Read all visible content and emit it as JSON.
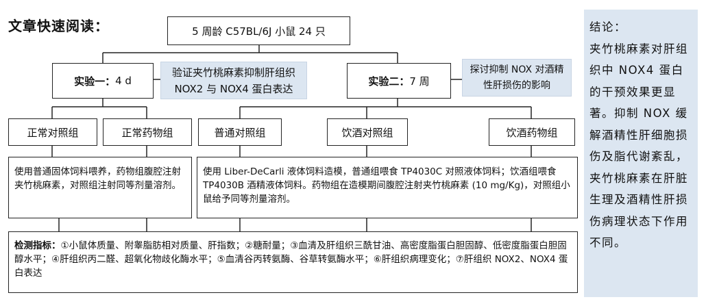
{
  "title": "文章快速阅读：",
  "top_box": "5 周龄 C57BL/6J 小鼠 24 只",
  "exp1": {
    "label": "实验一：",
    "duration": "4 d"
  },
  "exp2": {
    "label": "实验二：",
    "duration": "7 周"
  },
  "note1": "验证夹竹桃麻素抑制肝组织 NOX2 与 NOX4 蛋白表达",
  "note2": "探讨抑制 NOX 对酒精性肝损伤的影响",
  "groups": {
    "g1": "正常对照组",
    "g2": "正常药物组",
    "g3": "普通对照组",
    "g4": "饮酒对照组",
    "g5": "饮酒药物组"
  },
  "method1": "使用普通固体饲料喂养，药物组腹腔注射夹竹桃麻素，对照组注射同等剂量溶剂。",
  "method2": "使用 Liber-DeCarli 液体饲料造模，普通组喂食 TP4030C 对照液体饲料；饮酒组喂食 TP4030B 酒精液体饲料。药物组在造模期间腹腔注射夹竹桃麻素 (10 mg/Kg)，对照组小鼠给予同等剂量溶剂。",
  "indicators_label": "检测指标：",
  "indicators_text": "①小鼠体质量、附睾脂肪相对质量、肝指数；②糖耐量；③血清及肝组织三酰甘油、高密度脂蛋白胆固醇、低密度脂蛋白胆固醇水平；④肝组织丙二醛、超氧化物歧化酶水平；⑤血清谷丙转氨酶、谷草转氨酶水平；⑥肝组织病理变化；⑦肝组织 NOX2、NOX4 蛋白表达",
  "conclusion_label": "结论：",
  "conclusion_text": "夹竹桃麻素对肝组织中 NOX4 蛋白的干预效果更显著。抑制 NOX 缓解酒精性肝细胞损伤及脂代谢紊乱，夹竹桃麻素在肝脏生理及酒精性肝损伤病理状态下作用不同。"
}
